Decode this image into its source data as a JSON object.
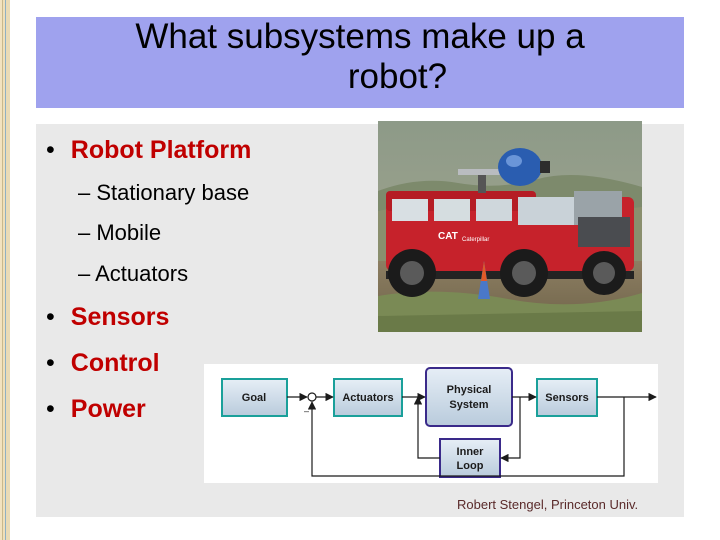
{
  "slide": {
    "title_line1": "What subsystems make up a",
    "title_line2": "robot?",
    "bullets": [
      {
        "label": "Robot Platform",
        "sub": [
          "– Stationary base",
          "– Mobile",
          "– Actuators"
        ]
      },
      {
        "label": "Sensors"
      },
      {
        "label": "Control"
      },
      {
        "label": "Power"
      }
    ],
    "credit": "Robert Stengel, Princeton Univ.",
    "accent_color": "#c00000",
    "title_bg_color": "#9fa2ee"
  },
  "diagram": {
    "blocks": {
      "goal": "Goal",
      "actuators": "Actuators",
      "physical_1": "Physical",
      "physical_2": "System",
      "sensors": "Sensors",
      "inner_1": "Inner",
      "inner_2": "Loop"
    }
  },
  "photo": {
    "vehicle": "red hummer robot vehicle",
    "vehicle_text": [
      "CAT",
      "Caterpillar"
    ]
  }
}
